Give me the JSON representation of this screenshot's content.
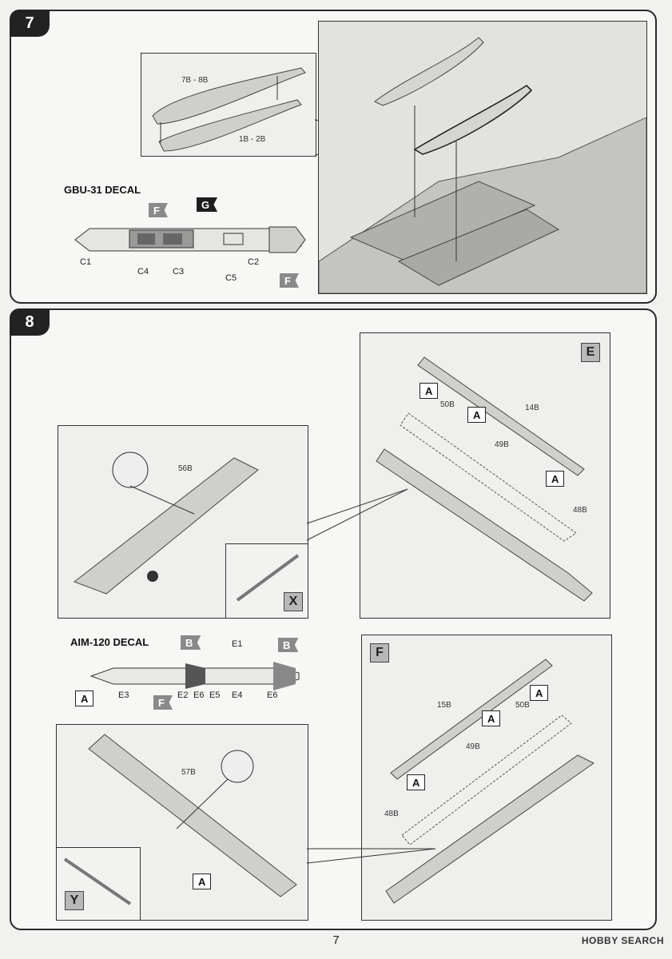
{
  "page_number": "7",
  "watermark": "HOBBY SEARCH",
  "steps": [
    {
      "number": "7",
      "decal_title": "GBU-31 DECAL",
      "part_labels": [
        "7B - 8B",
        "1B - 2B"
      ],
      "decal_codes": [
        "C1",
        "C4",
        "C3",
        "C5",
        "C2"
      ],
      "markings": [
        "F",
        "G",
        "F"
      ]
    },
    {
      "number": "8",
      "decal_title": "AIM-120 DECAL",
      "part_labels": [
        "56B",
        "14B",
        "50B",
        "49B",
        "48B",
        "15B",
        "50B",
        "49B",
        "57B",
        "48B"
      ],
      "decal_codes": [
        "E1",
        "E3",
        "E2",
        "E6",
        "E5",
        "E4",
        "E6"
      ],
      "markings": [
        "B",
        "B",
        "A",
        "F",
        "A",
        "A",
        "A",
        "A",
        "A",
        "A",
        "A"
      ],
      "view_letters": [
        "E",
        "F",
        "X",
        "Y"
      ]
    }
  ],
  "colors": {
    "dark_flag": "#1e1e1e",
    "grey_flag": "#8a8a8a",
    "part_fill": "#cfcfcc"
  }
}
